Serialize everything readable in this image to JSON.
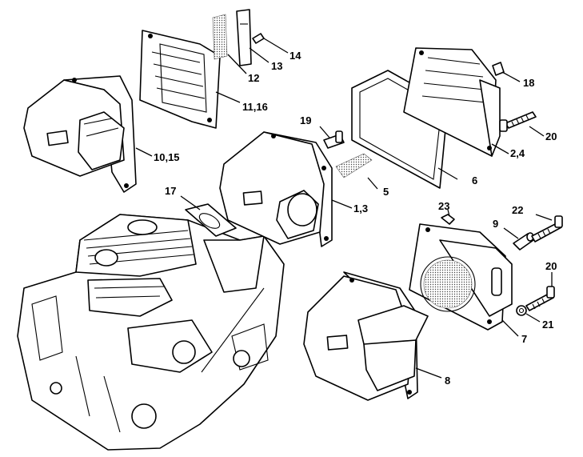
{
  "callouts": {
    "c1": "14",
    "c2": "13",
    "c3": "12",
    "c4": "11,16",
    "c5": "10,15",
    "c6": "19",
    "c7": "17",
    "c8": "1,3",
    "c9": "5",
    "c10": "6",
    "c11": "18",
    "c12": "20",
    "c13": "2,4",
    "c14": "23",
    "c15": "22",
    "c16": "9",
    "c17": "20",
    "c18": "21",
    "c19": "7",
    "c20": "8"
  }
}
